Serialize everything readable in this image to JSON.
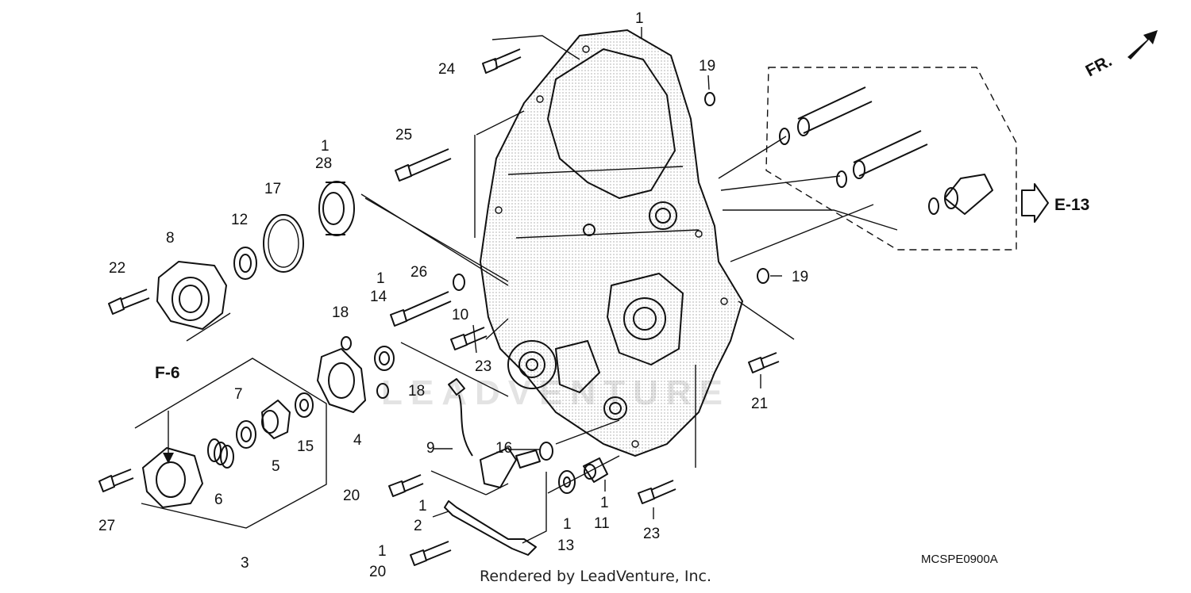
{
  "labels": {
    "p1a": "1",
    "p24": "24",
    "p19a": "19",
    "p25": "25",
    "p1b": "1",
    "p28": "28",
    "p17": "17",
    "p12": "12",
    "p8": "8",
    "p22": "22",
    "p26": "26",
    "p1c": "1",
    "p14": "14",
    "p10": "10",
    "p18a": "18",
    "p23a": "23",
    "p18b": "18",
    "p19b": "19",
    "p21": "21",
    "pF6": "F-6",
    "p7": "7",
    "p4": "4",
    "p15": "15",
    "p5": "5",
    "p6": "6",
    "p27": "27",
    "p3": "3",
    "p9": "9",
    "p16": "16",
    "p20a": "20",
    "p1d": "1",
    "p2": "2",
    "p1e": "1",
    "p20b": "20",
    "p1f": "1",
    "p13": "13",
    "p1g": "1",
    "p11": "11",
    "p23b": "23",
    "pE13": "E-13",
    "pFR": "FR."
  },
  "watermark": "LEADVENTURE",
  "diagram_code": "MCSPE0900A",
  "footer": "Rendered by LeadVenture, Inc."
}
